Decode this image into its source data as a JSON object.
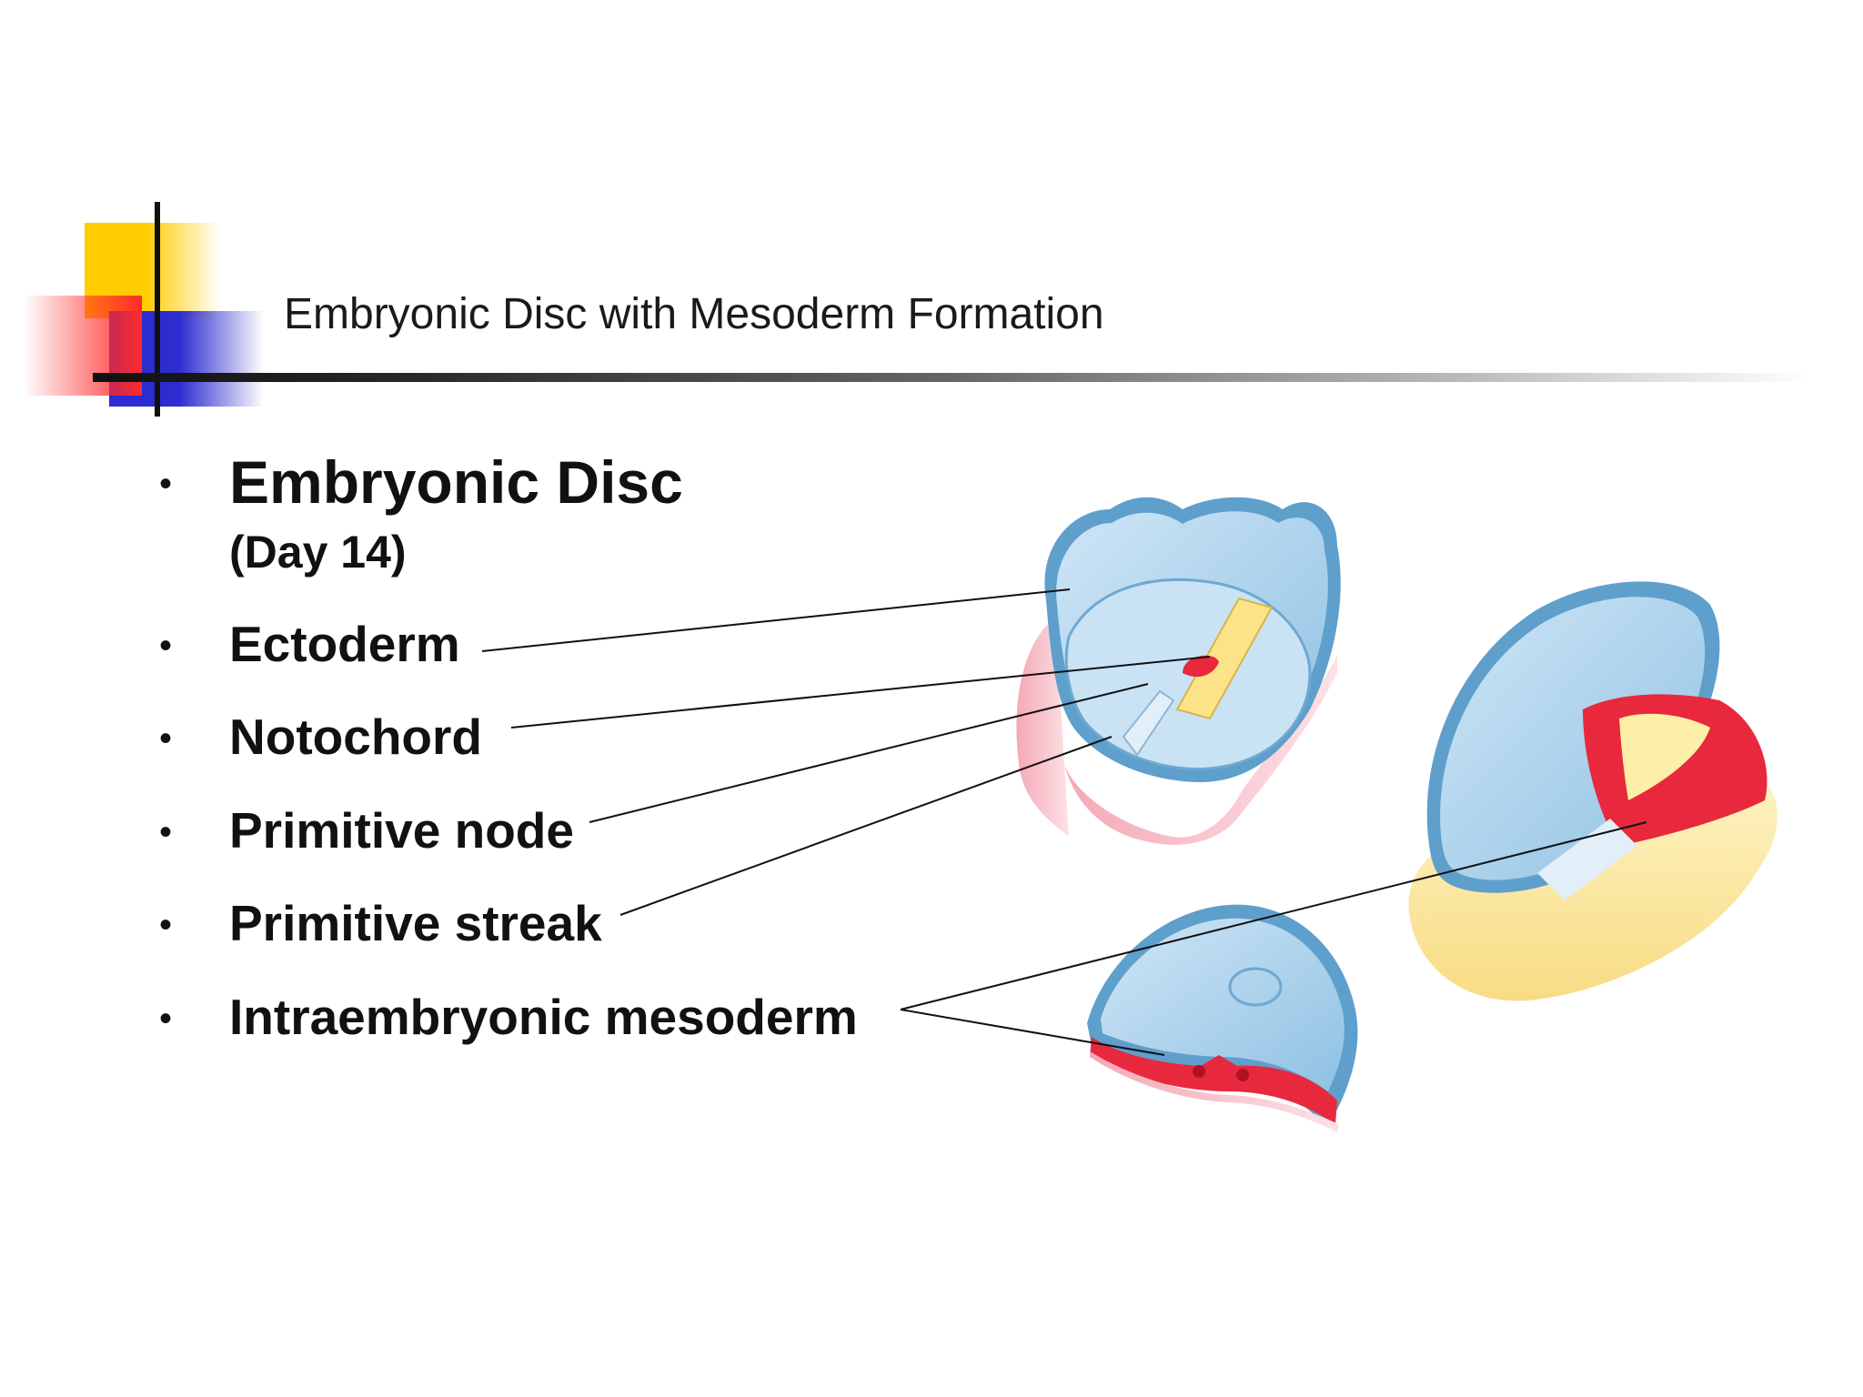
{
  "slide": {
    "title": "Embryonic Disc with Mesoderm Formation"
  },
  "bullets": {
    "heading": "Embryonic Disc",
    "subheading": "(Day 14)",
    "marker": "•",
    "items": [
      "Ectoderm",
      "Notochord",
      "Primitive node",
      "Primitive streak",
      "Intraembryonic mesoderm"
    ]
  },
  "colors": {
    "accent_yellow": "#ffcc00",
    "accent_blue": "#2c2cd0",
    "accent_red": "#ff2a2a",
    "ectoderm_blue": "#a9d3ee",
    "mesoderm_red": "#e8283c",
    "yolk_yellow": "#fdeea8",
    "amnion_pink": "#f6b8c4"
  }
}
